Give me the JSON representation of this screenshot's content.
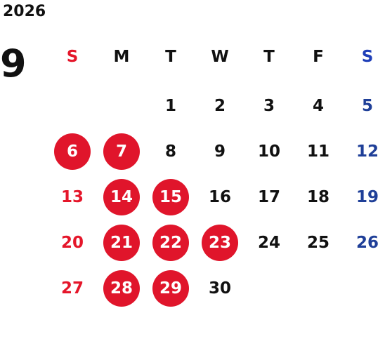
{
  "year": "2026",
  "month": "9",
  "colors": {
    "sunday": "#e5162a",
    "saturday": "#1f3f98",
    "weekday": "#111111",
    "holiday_fill": "#e0152b",
    "holiday_text": "#ffffff"
  },
  "weekdays": [
    "S",
    "M",
    "T",
    "W",
    "T",
    "F",
    "S"
  ],
  "weekday_colors": [
    "#e5162a",
    "#111111",
    "#111111",
    "#111111",
    "#111111",
    "#111111",
    "#1f3fb8"
  ],
  "weeks": [
    [
      "",
      "",
      "1",
      "2",
      "3",
      "4",
      "5"
    ],
    [
      "6",
      "7",
      "8",
      "9",
      "10",
      "11",
      "12"
    ],
    [
      "13",
      "14",
      "15",
      "16",
      "17",
      "18",
      "19"
    ],
    [
      "20",
      "21",
      "22",
      "23",
      "24",
      "25",
      "26"
    ],
    [
      "27",
      "28",
      "29",
      "30",
      "",
      "",
      ""
    ]
  ],
  "highlighted_days": [
    "6",
    "7",
    "14",
    "15",
    "21",
    "22",
    "23",
    "28",
    "29"
  ]
}
